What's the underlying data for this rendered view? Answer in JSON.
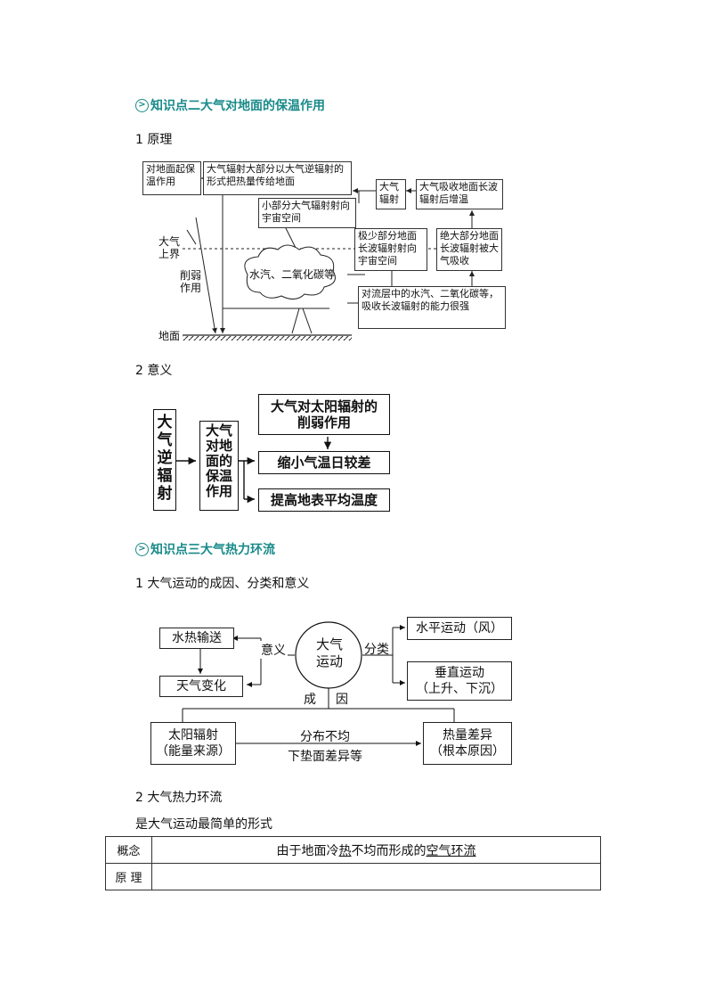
{
  "section2": {
    "title": "知识点二大气对地面的保温作用",
    "principle_label": "1 原理",
    "diagram1": {
      "box_insulation": "对地面起保温作用",
      "box_counter_radiation": "大气辐射大部分以大气逆辐射的形式把热量传给地面",
      "box_atmo_radiation": "大气辐射",
      "box_absorb_warm": "大气吸收地面长波辐射后增温",
      "box_small_to_space": "小部分大气辐射射向宇宙空间",
      "box_little_ground_to_space": "极少部分地面长波辐射射向宇宙空间",
      "box_most_absorbed": "绝大部分地面长波辐射被大气吸收",
      "box_troposphere": "对流层中的水汽、二氧化碳等，吸收长波辐射的能力很强",
      "cloud_label": "水汽、二氧化碳等",
      "label_upper_boundary": "大气上界",
      "label_weaken": "削弱作用",
      "label_ground": "地面"
    },
    "meaning_label": "2 意义",
    "diagram2": {
      "col1": "大气逆辐射",
      "col2": "大气对地面的保温作用",
      "box_weaken": "大气对太阳辐射的削弱作用",
      "box_reduce_range": "缩小气温日较差",
      "box_raise_temp": "提高地表平均温度"
    }
  },
  "section3": {
    "title": "知识点三大气热力环流",
    "item1_label": "1 大气运动的成因、分类和意义",
    "diagram3": {
      "center": "大气运动",
      "box_heat_transport": "水热输送",
      "box_weather_change": "天气变化",
      "label_meaning": "意义",
      "label_classify": "分类",
      "box_horizontal": "水平运动（风）",
      "box_vertical_line1": "垂直运动",
      "box_vertical_line2": "（上升、下沉）",
      "label_cheng": "成",
      "label_yin": "因",
      "box_solar_line1": "太阳辐射",
      "box_solar_line2": "（能量来源）",
      "label_uneven": "分布不均",
      "label_surface_diff": "下垫面差异等",
      "box_heat_diff_line1": "热量差异",
      "box_heat_diff_line2": "（根本原因）"
    },
    "item2_label": "2 大气热力环流",
    "item2_desc": "是大气运动最简单的形式",
    "table": {
      "row1_header": "概念",
      "row1_value_part1": "由于地面冷",
      "row1_value_part2": "热",
      "row1_value_part3": "不均而形成的",
      "row1_value_part4": "空气环流",
      "row2_header": "原 理",
      "row2_value": ""
    }
  }
}
